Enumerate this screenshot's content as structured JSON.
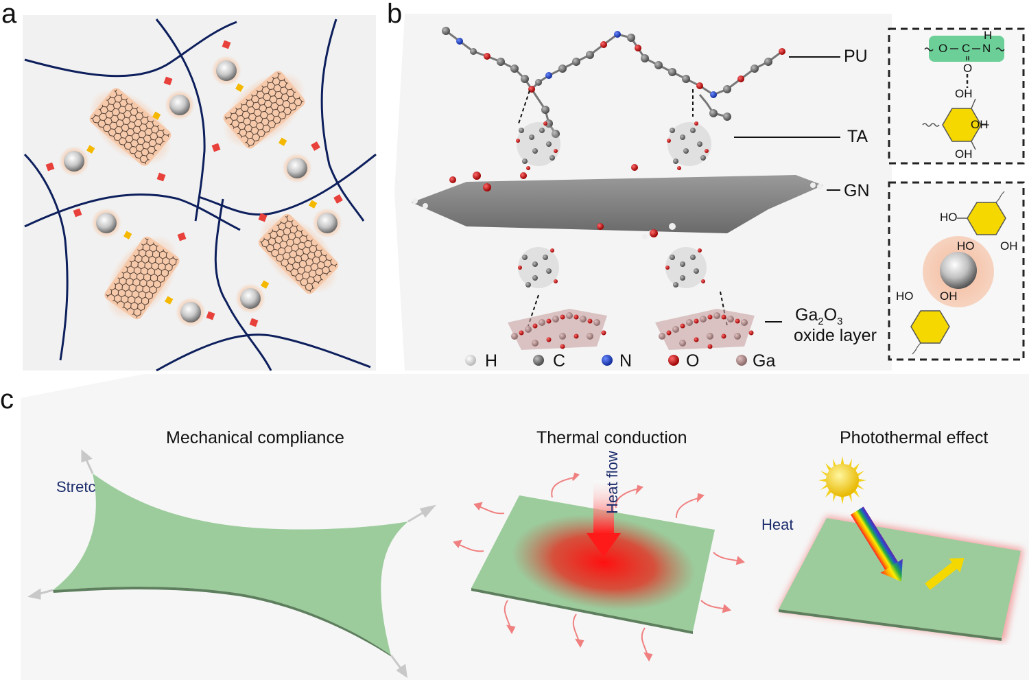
{
  "panels": {
    "a": {
      "letter": "a"
    },
    "b": {
      "letter": "b",
      "labels": {
        "pu": "PU",
        "ta": "TA",
        "gn": "GN",
        "ga2o3_main": "Ga",
        "ga2o3_sub1": "2",
        "ga2o3_o": "O",
        "ga2o3_sub2": "3",
        "oxide_layer": "oxide layer"
      },
      "legend": [
        {
          "symbol": "H",
          "color": "#f2f2f2"
        },
        {
          "symbol": "C",
          "color": "#6e6e6e"
        },
        {
          "symbol": "N",
          "color": "#2244cc"
        },
        {
          "symbol": "O",
          "color": "#cc0000"
        },
        {
          "symbol": "Ga",
          "color": "#b89090"
        }
      ],
      "inset_top": {
        "o1": "O",
        "c": "C",
        "n": "N",
        "h": "H",
        "o2": "O",
        "oh1": "OH",
        "oh2": "OH",
        "oh3": "OH"
      },
      "inset_bottom": {
        "ho1": "HO",
        "ho2": "HO",
        "oh1": "OH",
        "ho3": "HO",
        "oh2": "OH"
      }
    },
    "c": {
      "letter": "c",
      "mechanical": {
        "title": "Mechanical compliance",
        "stretch": "Stretch"
      },
      "thermal": {
        "title": "Thermal conduction",
        "heat_flow": "Heat flow"
      },
      "photothermal": {
        "title": "Photothermal effect",
        "heat": "Heat"
      }
    }
  },
  "colors": {
    "navy": "#0d1f5c",
    "film_green": "#9ccc9c",
    "highlight_green": "#6bcf97",
    "benzene_yellow": "#f5d800",
    "crosslink_red": "#e8403a",
    "crosslink_yellow": "#f5b800",
    "link_blue": "#1aa3e0",
    "graphene_peach": "#f6c9aa"
  }
}
